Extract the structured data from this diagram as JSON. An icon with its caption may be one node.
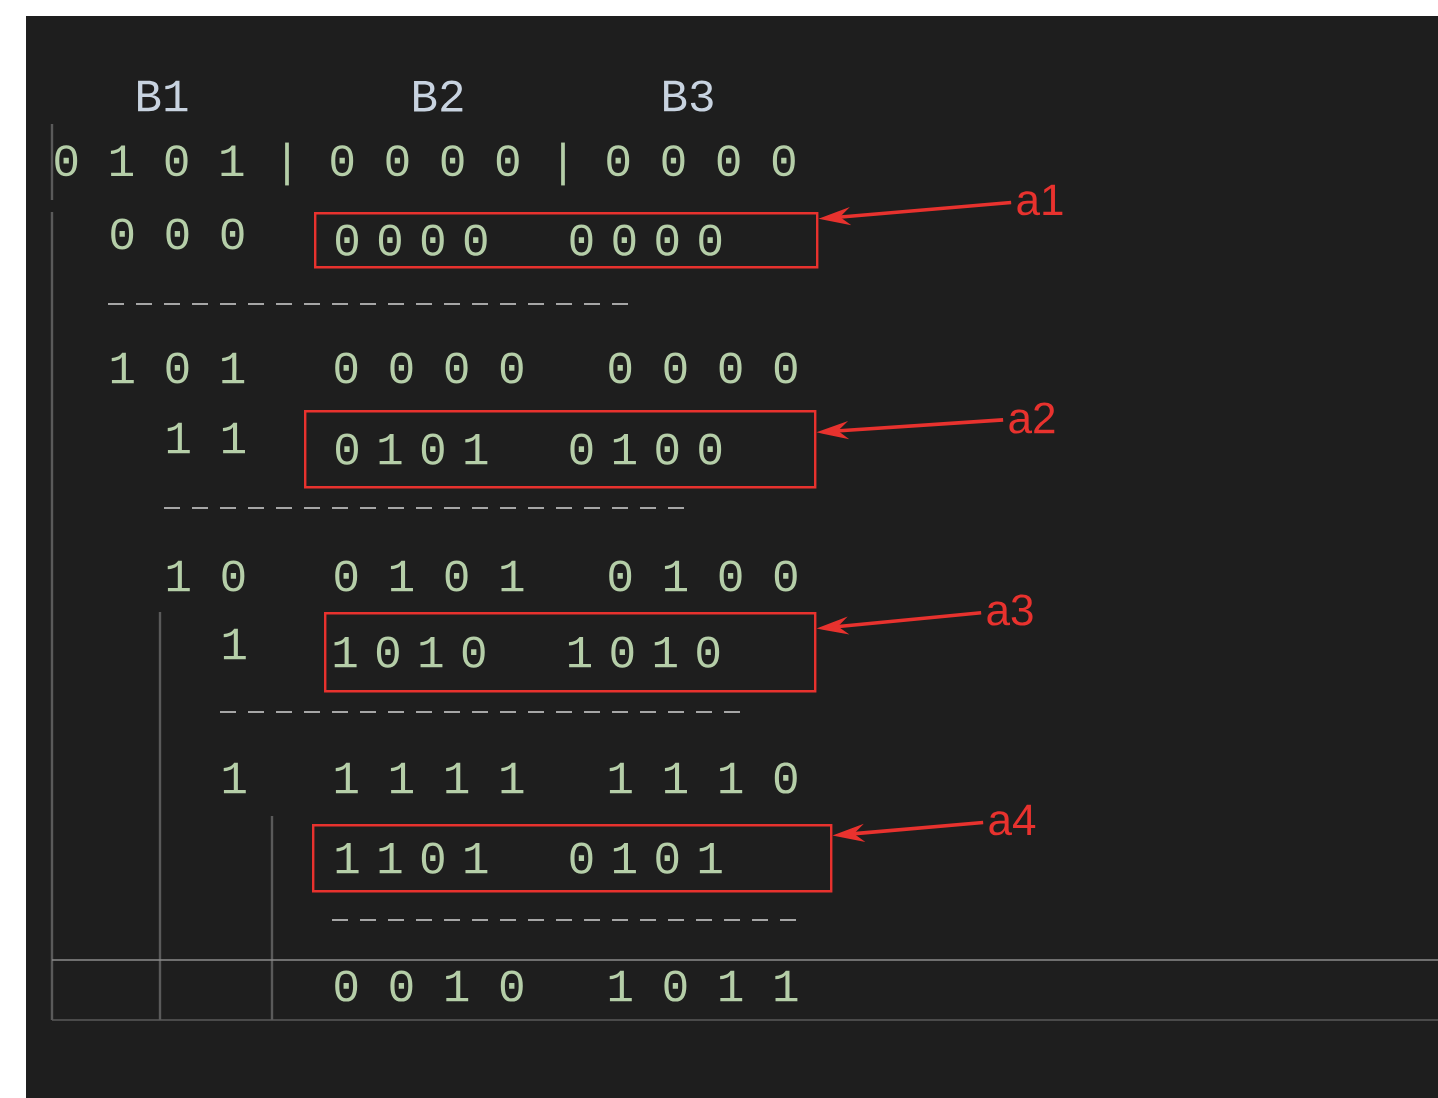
{
  "diagram": {
    "nodes": [
      {
        "text": [
          "0 0 0 0",
          "0 0 0 0"
        ]
      },
      {
        "text": [
          "a1"
        ]
      },
      {
        "text": [
          "0 1 0 1",
          "0 1 0 0"
        ]
      },
      {
        "text": [
          "a2"
        ]
      },
      {
        "text": [
          "1 0 1 0",
          "1 0 1 0"
        ]
      },
      {
        "text": [
          "a3"
        ]
      },
      {
        "text": [
          "1 1 0 1",
          "0 1 0 1"
        ]
      },
      {
        "text": [
          "a4"
        ]
      }
    ],
    "edges": [
      {
        "from": 1,
        "to": 0,
        "arrow": "to"
      },
      {
        "from": 3,
        "to": 2,
        "arrow": "to"
      },
      {
        "from": 5,
        "to": 4,
        "arrow": "to"
      },
      {
        "from": 7,
        "to": 6,
        "arrow": "to"
      }
    ],
    "labels": [
      "B1",
      "B2",
      "B3",
      "0 1 0 1 | 0 0 0 0 | 0 0 0 0",
      "0 0 0",
      "1 0 1",
      "0 0 0 0",
      "0 0 0 0",
      "1 1",
      "1 0",
      "0 1 0 1",
      "0 1 0 0",
      "1",
      "1",
      "1 1 1 1",
      "1 1 1 0",
      "0 0 1 0",
      "1 0 1 1"
    ]
  }
}
